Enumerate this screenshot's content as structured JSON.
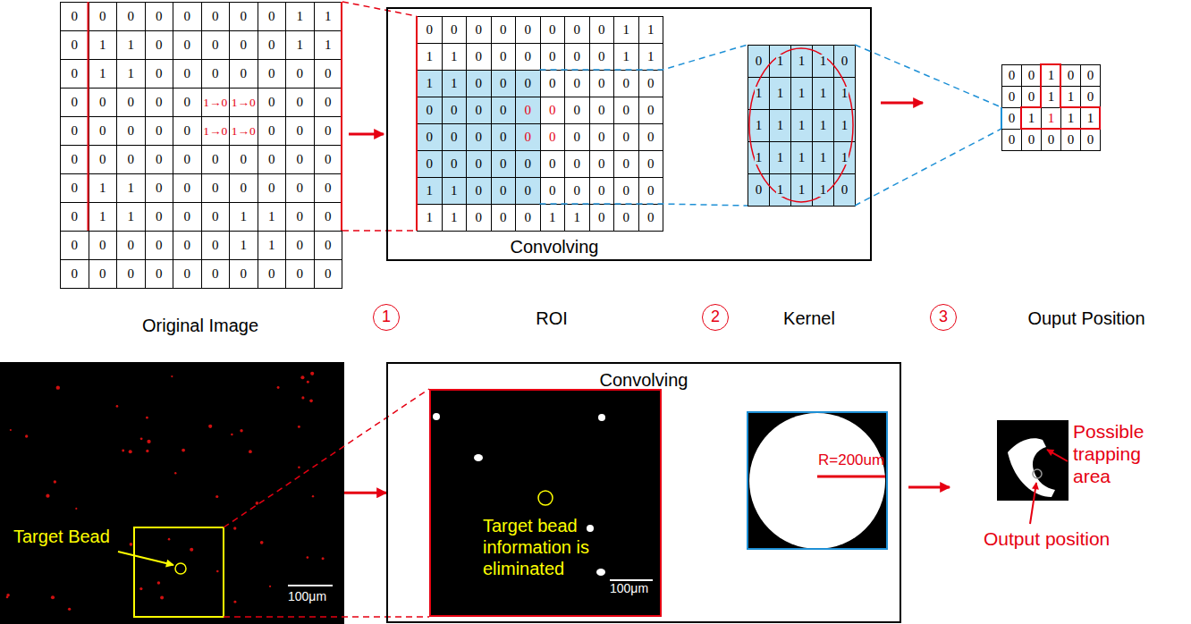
{
  "diagram": {
    "nodes": [
      {
        "text": [
          "Convolving"
        ]
      },
      {
        "text": [
          "1"
        ]
      },
      {
        "text": [
          "2"
        ]
      },
      {
        "text": [
          "3"
        ]
      },
      {
        "text": [
          "Target Bead",
          "100μm"
        ]
      },
      {
        "text": [
          "Convolving"
        ]
      },
      {
        "text": [
          "Target bead information is eliminated",
          "100μm"
        ],
        "in": 5
      },
      {
        "text": [
          "R=200um"
        ],
        "in": 5
      }
    ],
    "edges": [
      {
        "from": 4,
        "to": 5,
        "arrow": "to"
      }
    ],
    "labels": [
      "0",
      "0",
      "0",
      "0",
      "0",
      "0",
      "0",
      "0",
      "1",
      "1",
      "0",
      "1",
      "1",
      "0",
      "0",
      "0",
      "0",
      "0",
      "1",
      "1",
      "0",
      "1",
      "1",
      "0",
      "0",
      "0",
      "0",
      "0",
      "0",
      "0",
      "0",
      "0",
      "0",
      "0",
      "0",
      "1→0",
      "1→0",
      "0",
      "0",
      "0",
      "0",
      "0",
      "0",
      "0",
      "0",
      "1→0",
      "1→0",
      "0",
      "0",
      "0",
      "0",
      "0",
      "0",
      "0",
      "0",
      "0",
      "0",
      "0",
      "0",
      "0",
      "0",
      "1",
      "1",
      "0",
      "0",
      "0",
      "0",
      "0",
      "0",
      "0",
      "0",
      "1",
      "1",
      "0",
      "0",
      "0",
      "1",
      "1",
      "0",
      "0",
      "0",
      "0",
      "0",
      "0",
      "0",
      "0",
      "1",
      "1",
      "0",
      "0",
      "0",
      "0",
      "0",
      "0",
      "0",
      "0",
      "0",
      "0",
      "0",
      "0",
      "0",
      "0",
      "0",
      "0",
      "0",
      "0",
      "0",
      "0",
      "1",
      "1",
      "1",
      "1",
      "0",
      "0",
      "0",
      "0",
      "0",
      "0",
      "1",
      "1",
      "1",
      "1",
      "0",
      "0",
      "0",
      "0",
      "0",
      "0",
      "0",
      "0",
      "0",
      "0",
      "0",
      "0",
      "0",
      "0",
      "0",
      "0",
      "0",
      "0",
      "0",
      "0",
      "0",
      "0",
      "0",
      "0",
      "0",
      "0",
      "0",
      "0",
      "0",
      "0",
      "0",
      "0",
      "0",
      "0",
      "0",
      "0",
      "0",
      "0",
      "1",
      "1",
      "0",
      "0",
      "0",
      "0",
      "0",
      "0",
      "0",
      "0",
      "1",
      "1",
      "0",
      "0",
      "0",
      "1",
      "1",
      "0",
      "0",
      "0",
      "0",
      "1",
      "1",
      "1",
      "0",
      "1",
      "1",
      "1",
      "1",
      "1",
      "1",
      "1",
      "1",
      "1",
      "1",
      "1",
      "1",
      "1",
      "1",
      "1",
      "0",
      "1",
      "1",
      "1",
      "0",
      "0",
      "0",
      "1",
      "0",
      "0",
      "0",
      "0",
      "1",
      "1",
      "0",
      "0",
      "1",
      "1",
      "1",
      "1",
      "0",
      "0",
      "0",
      "0",
      "0",
      "Original Image",
      "ROI",
      "Kernel",
      "Ouput Position",
      "Possible trapping area",
      "Output position"
    ]
  }
}
